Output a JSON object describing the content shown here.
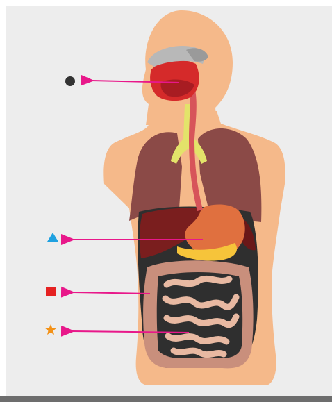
{
  "diagram": {
    "colors": {
      "background": "#ededed",
      "skin": "#f5b98a",
      "lung": "#8b4a47",
      "liver": "#7a1e1e",
      "stomach": "#e0703f",
      "pancreas": "#f6c43a",
      "intestine_small": "#e8b9a2",
      "intestine_large": "#c98f7c",
      "trachea": "#e3e36a",
      "esophagus": "#d7545a",
      "mouth": "#d52a2a",
      "teeth": "#b8b8b8",
      "arrow": "#e8188a"
    },
    "markers": [
      {
        "id": "mouth",
        "icon": "circle-icon",
        "color": "#333333"
      },
      {
        "id": "stomach",
        "icon": "triangle-icon",
        "color": "#1fa1e0"
      },
      {
        "id": "large-intestine",
        "icon": "square-icon",
        "color": "#e52222"
      },
      {
        "id": "small-intestine",
        "icon": "star-icon",
        "color": "#f39218"
      }
    ]
  }
}
